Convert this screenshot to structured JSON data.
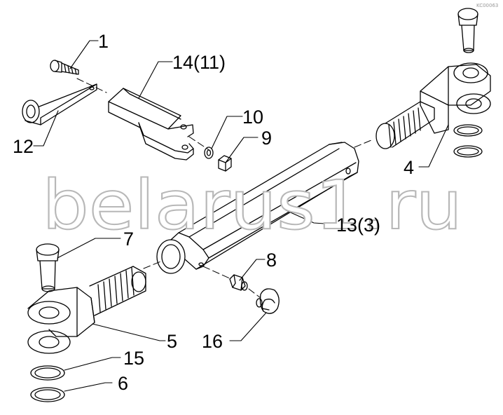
{
  "watermark": "belarus1.ru",
  "corner_mark": "KC00063",
  "callouts": {
    "c1": "1",
    "c14": "14(11)",
    "c12": "12",
    "c10": "10",
    "c9": "9",
    "c4": "4",
    "c13": "13(3)",
    "c7": "7",
    "c8": "8",
    "c5": "5",
    "c16": "16",
    "c15": "15",
    "c6": "6"
  }
}
